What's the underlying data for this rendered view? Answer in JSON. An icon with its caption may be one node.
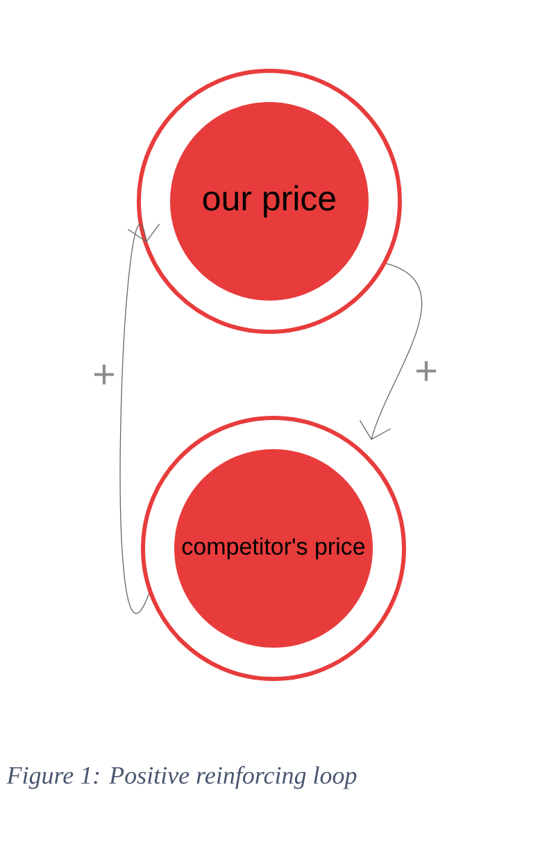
{
  "diagram": {
    "caption": "Figure 1: Positive reinforcing loop",
    "nodes": [
      {
        "text": [
          "our price"
        ]
      },
      {
        "text": [
          "competitor's price"
        ]
      }
    ],
    "edges": [
      {
        "from": 0,
        "to": 1,
        "arrow": "to",
        "label": "+"
      },
      {
        "from": 1,
        "to": 0,
        "arrow": "to",
        "label": "+"
      }
    ]
  }
}
